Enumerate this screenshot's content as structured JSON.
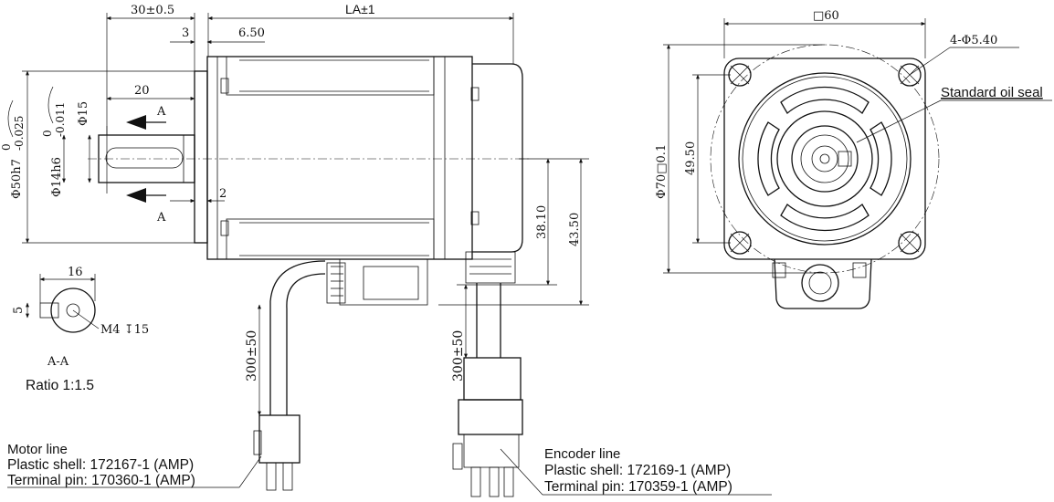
{
  "dimensions": {
    "shaft_step": "30±0.5",
    "length": "LA±1",
    "dim_3": "3",
    "dim_650": "6.50",
    "dim_20": "20",
    "dim_2": "2",
    "phi15": "Φ15",
    "phi50": "Φ50h7",
    "phi50_tol_upper": "0",
    "phi50_tol_lower": "-0.025",
    "phi14": "Φ14h6",
    "phi14_tol_upper": "0",
    "phi14_tol_lower": "-0.011",
    "dim_3810": "38.10",
    "dim_4350": "43.50",
    "square": "□60",
    "holes": "4-Φ5.40",
    "phi70": "Φ70□0.1",
    "dim_4950": "49.50",
    "cable_motor": "300±50",
    "cable_encoder": "300±50",
    "key_16": "16",
    "key_5": "5",
    "key_thread": "M4 ↧15",
    "section_mark": "A",
    "section_mark_bottom": "A"
  },
  "labels": {
    "oil_seal": "Standard oil seal",
    "section_title": "A-A",
    "ratio": "Ratio 1:1.5"
  },
  "motor_line": {
    "title": "Motor line",
    "shell": "Plastic shell: 172167-1 (AMP)",
    "pin": "Terminal pin: 170360-1 (AMP)"
  },
  "encoder_line": {
    "title": "Encoder line",
    "shell": "Plastic shell: 172169-1 (AMP)",
    "pin": "Terminal pin: 170359-1 (AMP)"
  }
}
